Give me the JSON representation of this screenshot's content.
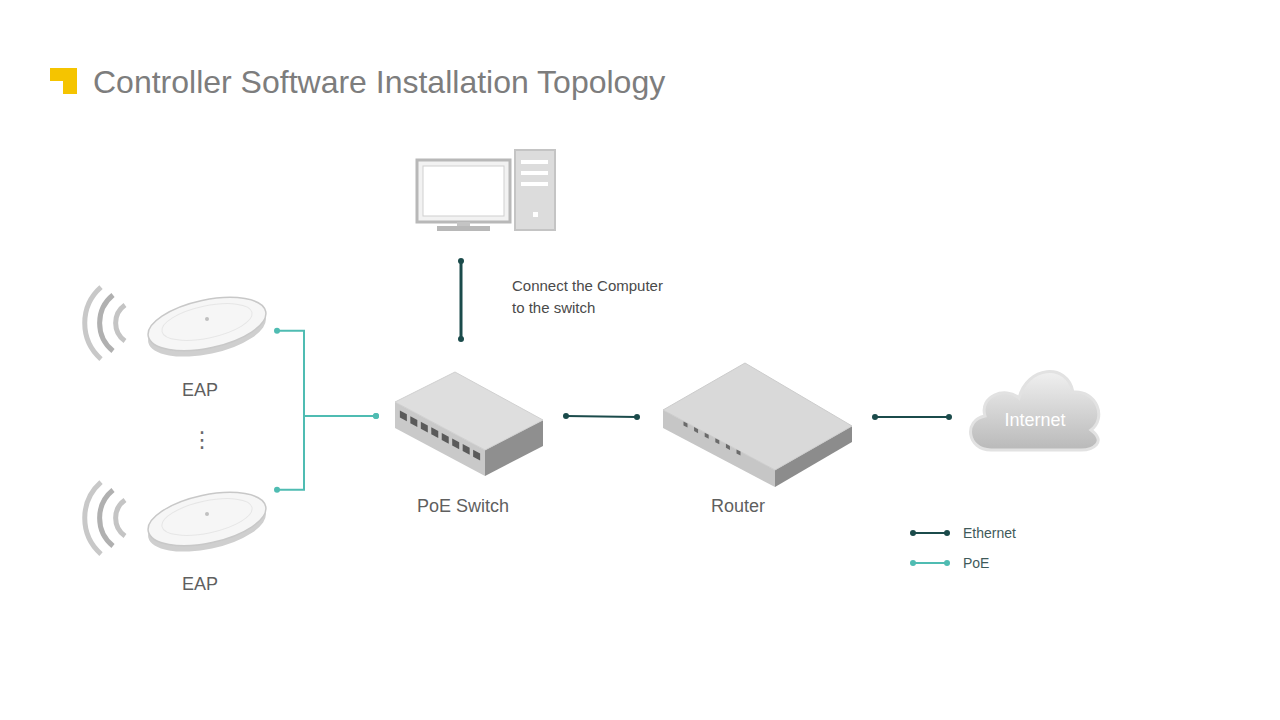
{
  "diagram": {
    "title": "Controller Software Installation Topology",
    "nodes": [
      {
        "text": [
          "EAP"
        ]
      },
      {
        "text": [
          "EAP"
        ]
      },
      {
        "text": [
          "PoE Switch"
        ]
      },
      {
        "text": [
          "Router"
        ]
      },
      {
        "text": [
          "Internet"
        ]
      }
    ],
    "edges": [
      {
        "from": 0,
        "to": 2,
        "arrow": "none"
      },
      {
        "from": 1,
        "to": 2,
        "arrow": "none"
      },
      {
        "from": 2,
        "to": 3,
        "arrow": "none"
      },
      {
        "from": 3,
        "to": 4,
        "arrow": "none"
      }
    ],
    "labels": [
      "Connect the Computer to the switch",
      "⋮"
    ],
    "legend": [
      {
        "text": "Ethernet"
      },
      {
        "text": "PoE"
      }
    ]
  }
}
